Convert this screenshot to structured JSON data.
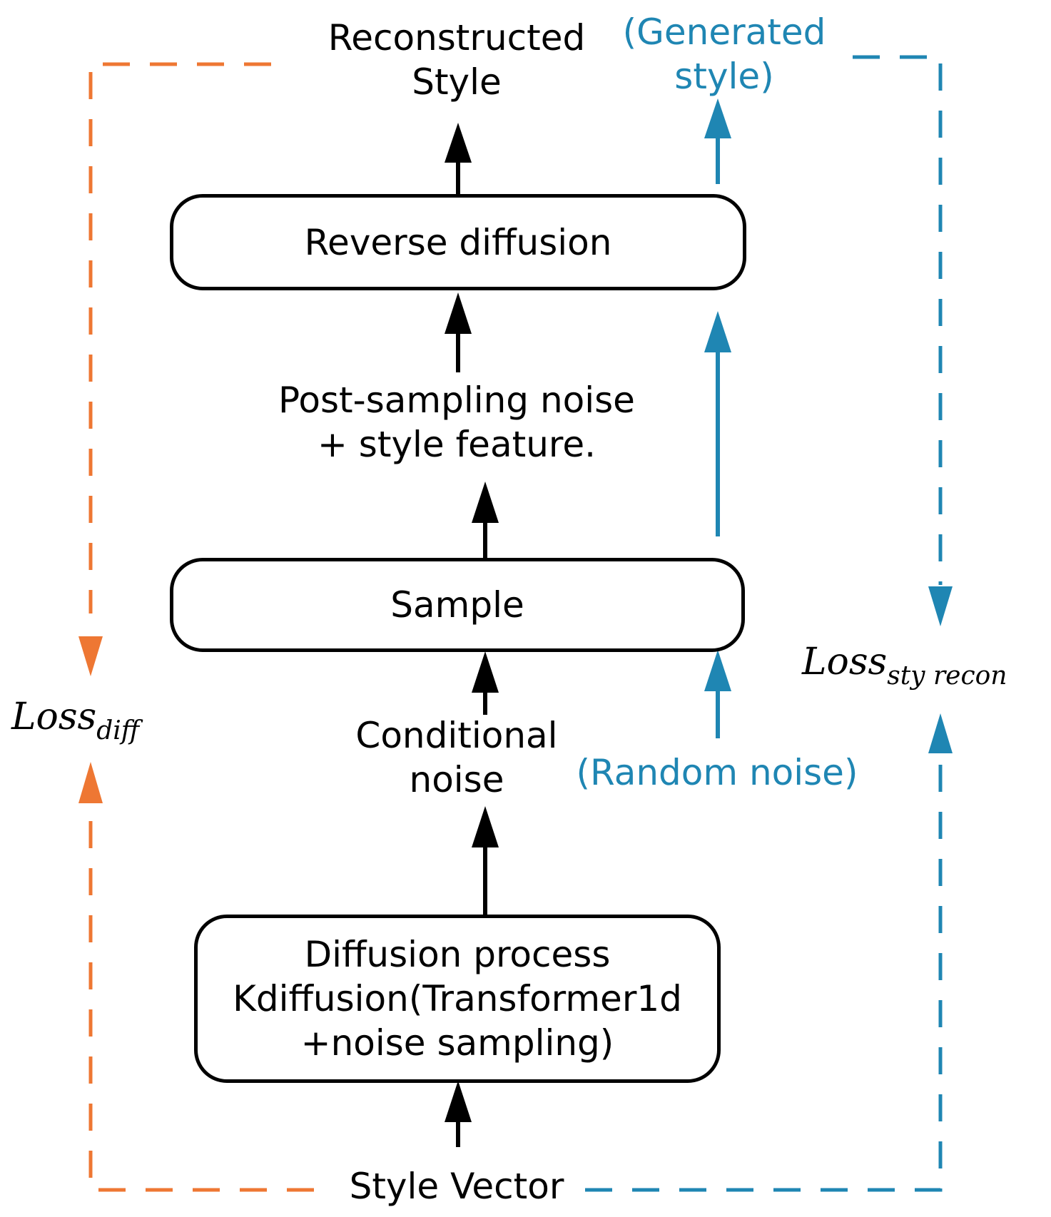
{
  "colors": {
    "main": "#000000",
    "loss_diff": "#ee7733",
    "loss_sty_recon": "#1f86b3"
  },
  "labels": {
    "reconstructed_style": "Reconstructed\nStyle",
    "generated_style": "(Generated\nstyle)",
    "post_sampling": "Post-sampling noise\n+ style feature.",
    "conditional_noise": "Conditional\nnoise",
    "random_noise": "(Random noise)",
    "style_vector": "Style Vector"
  },
  "boxes": {
    "reverse_diffusion": "Reverse diffusion",
    "sample": "Sample",
    "diffusion_process": "Diffusion process\nKdiffusion(Transformer1d\n+noise sampling)"
  },
  "losses": {
    "diff": {
      "base": "Loss",
      "sub": "diff"
    },
    "sty_recon": {
      "base": "Loss",
      "sub": "sty recon"
    }
  }
}
